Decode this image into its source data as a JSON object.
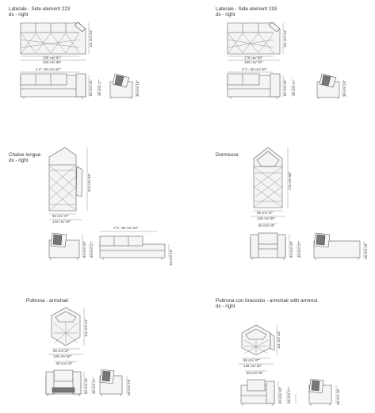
{
  "panels": {
    "p1": {
      "title": "Laterale - Side element 223",
      "subtitle": "dx - right",
      "dims": {
        "depth": "111 cm/ 44\"",
        "w1": "206 cm/ 81\"",
        "w2": "223 cm/ 88\"",
        "seat": "4 n°- 50 cm/ 20\"",
        "h1": "83 cm/ 33\"",
        "h2": "48 cm/ 27\"",
        "h3": "38 cm/ 15\""
      }
    },
    "p2": {
      "title": "Laterale - Side element 193",
      "subtitle": "dx - right",
      "dims": {
        "depth": "111 cm/ 44\"",
        "w1": "176 cm/ 69\"",
        "w2": "193 cm/ 76\"",
        "seat": "n°3 - 50 cm/ 20\"",
        "h1": "83 cm/ 33\"",
        "h2": "48 cm/ 27\"",
        "h3": "38 cm/ 15\""
      }
    },
    "p3": {
      "title": "Chaise longue",
      "subtitle": "dx - right",
      "dims": {
        "depth": "212 cm/ 83\"",
        "w1": "95 cm/ 37\"",
        "w2": "124 cm/ 49\"",
        "seat": "n°3 - 50 cm/ 20\"",
        "h1": "83 cm/ 33\"",
        "h2": "48 cm/ 27\"",
        "h3": "38 cm/ 15\""
      }
    },
    "p4": {
      "title": "Dormeuse",
      "subtitle": "",
      "dims": {
        "depth": "174 cm/ 68\"",
        "w1": "95 cm/ 37\"",
        "w2": "128 cm/ 50\"",
        "seat": "50 cm/ 20\"",
        "h1": "83 cm/ 33\"",
        "h2": "48 cm/ 27\"",
        "h3": "38 cm/ 15\""
      }
    },
    "p5": {
      "title": "Poltrona - armchair",
      "subtitle": "",
      "dims": {
        "depth": "111 cm/ 44\"",
        "w1": "95 cm/ 37\"",
        "w2": "128 cm/ 50\"",
        "seat": "50 cm/ 20\"",
        "h1": "83 cm/ 33\"",
        "h2": "48 cm/ 27\"",
        "h3": "38 cm/ 15\""
      }
    },
    "p6": {
      "title": "Poltrona con bracciolo - armchair with armrest",
      "subtitle": "dx - right",
      "dims": {
        "depth": "111 cm/ 44\"",
        "w1": "95 cm/ 37\"",
        "w2": "128 cm/ 50\"",
        "seat": "50 cm/ 20\"",
        "h1": "83 cm/ 33\"",
        "h2": "48 cm/ 27\"",
        "h3": "38 cm/ 15\""
      }
    }
  }
}
